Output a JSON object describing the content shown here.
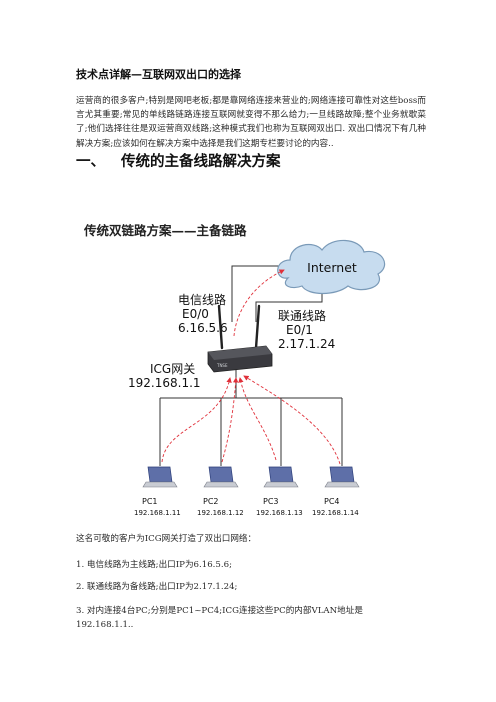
{
  "doc": {
    "title": "技术点详解—互联网双出口的选择",
    "intro": "运营商的很多客户;特别是网吧老板;都是靠网络连接来营业的;网络连接可靠性对这些boss而言尤其重要;常见的单线路链路连接互联网就变得不那么给力;一旦线路故障;整个业务就歇菜了;他们选择往往是双运营商双线路;这种模式我们也称为互联网双出口.  双出口情况下有几种解决方案;应该如何在解决方案中选择是我们这期专栏要讨论的内容.."
  },
  "section": {
    "num": "一、",
    "title": "传统的主备线路解决方案"
  },
  "diagram": {
    "title": "传统双链路方案——主备链路",
    "cloud_label": "Internet",
    "telecom": {
      "line1": "电信线路",
      "line2": "E0/0",
      "line3": "6.16.5.6"
    },
    "unicom": {
      "line1": "联通线路",
      "line2": "E0/1",
      "line3": "2.17.1.24"
    },
    "gateway": {
      "name": "ICG网关",
      "ip": "192.168.1.1",
      "brand": "TNSE"
    },
    "pcs": [
      {
        "name": "PC1",
        "ip": "192.168.1.11"
      },
      {
        "name": "PC2",
        "ip": "192.168.1.12"
      },
      {
        "name": "PC3",
        "ip": "192.168.1.13"
      },
      {
        "name": "PC4",
        "ip": "192.168.1.14"
      }
    ],
    "colors": {
      "cloud_fill": "#c7dcef",
      "cloud_stroke": "#7a9ab8",
      "arrow": "#e0303a",
      "wire": "#333333",
      "router": "#3a3a3f"
    }
  },
  "body": {
    "l1": "这名可敬的客户为ICG网关打造了双出口网络：",
    "l2": "1.  电信线路为主线路;出口IP为6.16.5.6;",
    "l3": "2.  联通线路为备线路;出口IP为2.17.1.24;",
    "l4": "3.  对内连接4台PC;分别是PC1~PC4;ICG连接这些PC的内部VLAN地址是",
    "l5": "192.168.1.1.."
  }
}
